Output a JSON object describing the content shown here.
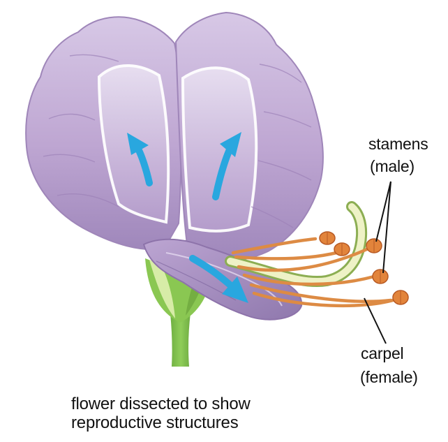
{
  "labels": {
    "stamens": "stamens",
    "stamens_sub": "(male)",
    "carpel": "carpel",
    "carpel_sub": "(female)"
  },
  "caption": {
    "line1": "flower dissected to show",
    "line2": "reproductive structures"
  },
  "colors": {
    "petal": "#c6aed8",
    "petal_shadow": "#9e86bb",
    "petal_light": "#ece4f4",
    "arrow": "#29a7df",
    "stem": "#7bbd45",
    "stamen": "#e6924f",
    "carpel": "#e7edbc"
  }
}
